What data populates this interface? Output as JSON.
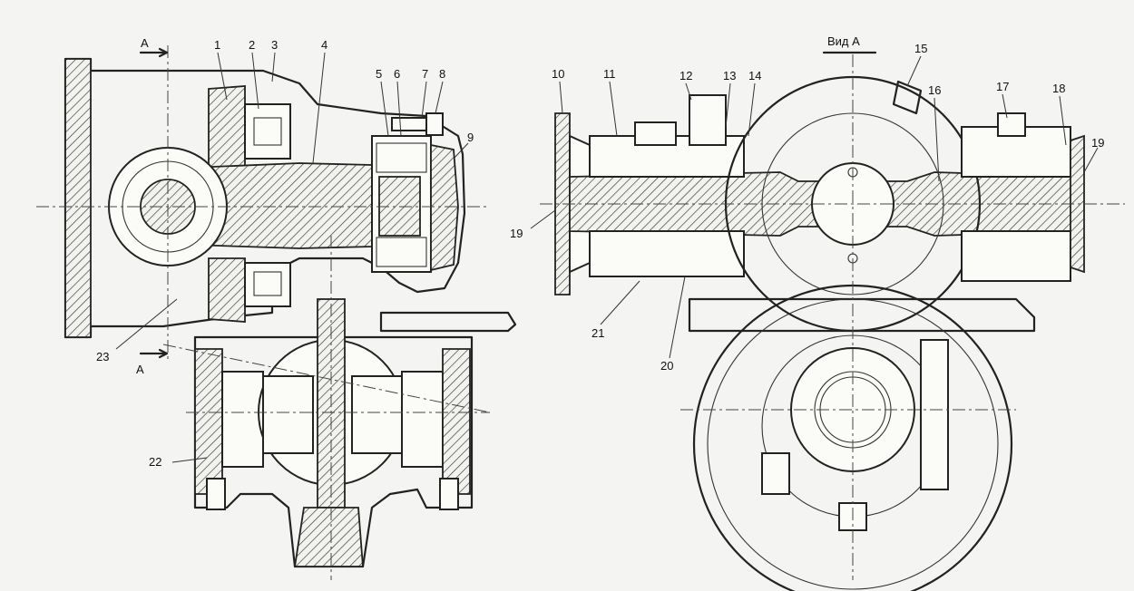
{
  "view_title": "Вид А",
  "section_mark": "А",
  "left_labels": [
    "1",
    "2",
    "3",
    "4",
    "5",
    "6",
    "7",
    "8",
    "9",
    "22",
    "23"
  ],
  "right_labels": [
    "10",
    "11",
    "12",
    "13",
    "14",
    "15",
    "16",
    "17",
    "18",
    "19",
    "19",
    "20",
    "21"
  ]
}
